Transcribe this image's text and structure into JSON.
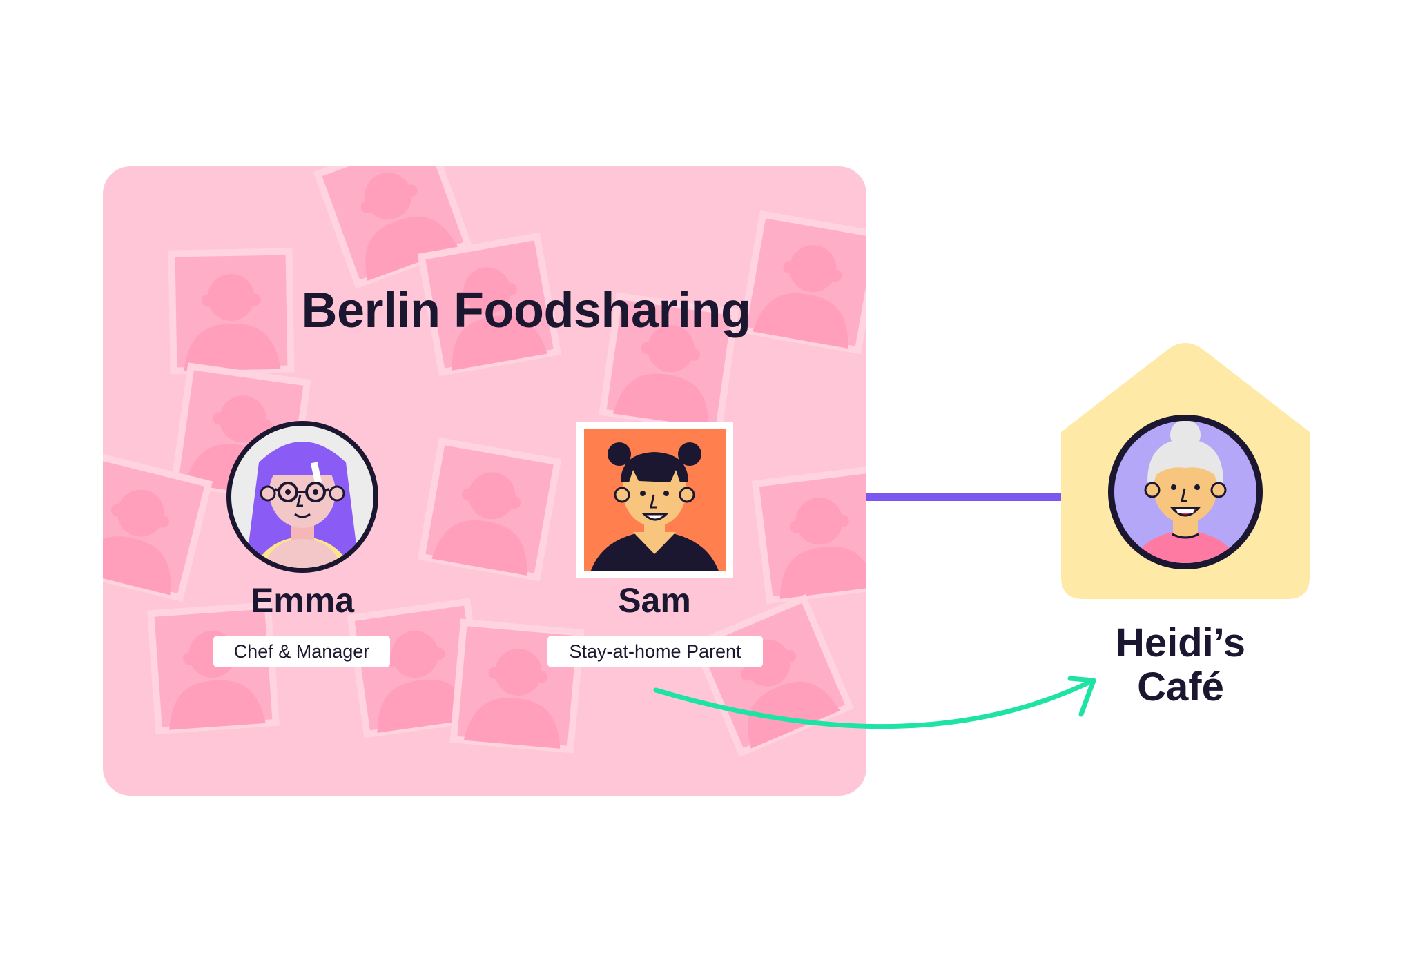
{
  "group": {
    "title": "Berlin Foodsharing",
    "color": "#fec6d6",
    "silhouette_color": "#ffaec7"
  },
  "members": [
    {
      "name": "Emma",
      "role": "Chef & Manager",
      "avatar_icon": "woman-with-glasses-avatar-icon",
      "avatar_frame": "circle",
      "hair_color": "#8a5cf5"
    },
    {
      "name": "Sam",
      "role": "Stay-at-home Parent",
      "avatar_icon": "woman-with-hair-buns-avatar-icon",
      "avatar_frame": "square",
      "background_color": "#ff7f4f"
    }
  ],
  "destination": {
    "name_line1": "Heidi’s",
    "name_line2": "Café",
    "house_icon": "house-icon",
    "avatar_icon": "elderly-woman-avatar-icon",
    "house_color": "#feeaa6",
    "avatar_bg": "#b4a7f7"
  },
  "connections": {
    "link_color": "#7b57f0",
    "arrow_color": "#1ee3a4",
    "arrow_from": "Sam",
    "arrow_to": "Heidi’s Café"
  }
}
